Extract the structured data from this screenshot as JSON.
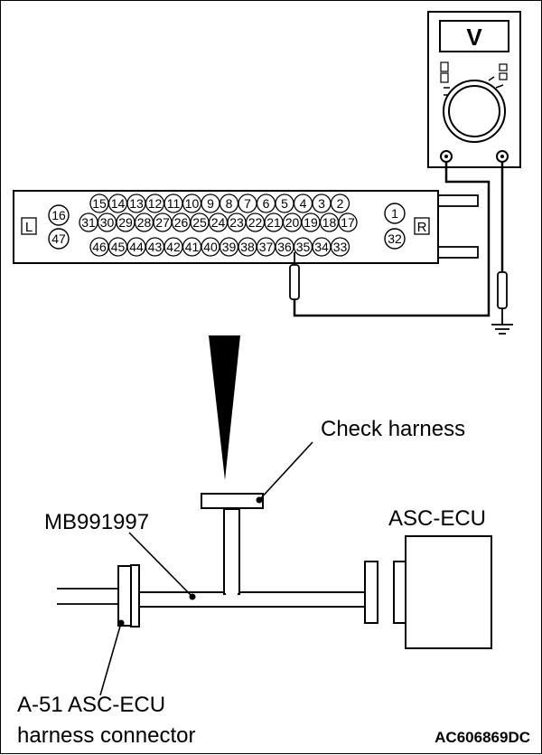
{
  "meter": {
    "symbol": "V"
  },
  "connector": {
    "side_left": "L",
    "side_right": "R",
    "left_top_pin": "16",
    "left_bottom_pin": "47",
    "right_top_pin": "1",
    "right_bottom_pin": "32",
    "row1": [
      "15",
      "14",
      "13",
      "12",
      "11",
      "10",
      "9",
      "8",
      "7",
      "6",
      "5",
      "4",
      "3",
      "2"
    ],
    "row2": [
      "31",
      "30",
      "29",
      "28",
      "27",
      "26",
      "25",
      "24",
      "23",
      "22",
      "21",
      "20",
      "19",
      "18",
      "17"
    ],
    "row3": [
      "46",
      "45",
      "44",
      "43",
      "42",
      "41",
      "40",
      "39",
      "38",
      "37",
      "36",
      "35",
      "34",
      "33"
    ]
  },
  "labels": {
    "check_harness": "Check harness",
    "tool": "MB991997",
    "ecu": "ASC-ECU",
    "harness_connector_line1": "A-51 ASC-ECU",
    "harness_connector_line2": "harness connector",
    "figure_code": "AC606869DC"
  }
}
